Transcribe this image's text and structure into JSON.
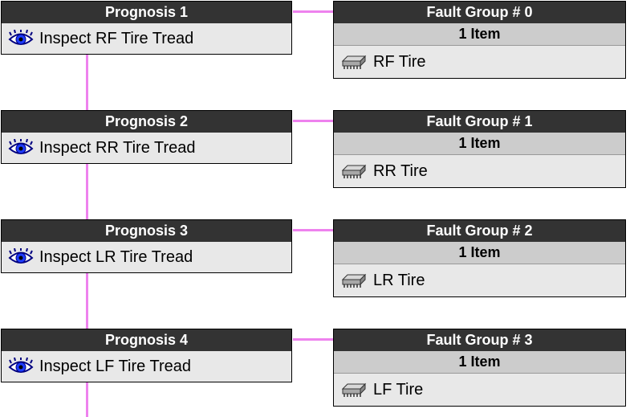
{
  "prognoses": [
    {
      "title": "Prognosis 1",
      "action": "Inspect RF Tire Tread"
    },
    {
      "title": "Prognosis 2",
      "action": "Inspect RR Tire Tread"
    },
    {
      "title": "Prognosis 3",
      "action": "Inspect LR Tire Tread"
    },
    {
      "title": "Prognosis 4",
      "action": "Inspect LF Tire Tread"
    }
  ],
  "fault_groups": [
    {
      "title": "Fault Group # 0",
      "count": "1 Item",
      "item": "RF Tire"
    },
    {
      "title": "Fault Group # 1",
      "count": "1 Item",
      "item": "RR Tire"
    },
    {
      "title": "Fault Group # 2",
      "count": "1 Item",
      "item": "LR Tire"
    },
    {
      "title": "Fault Group # 3",
      "count": "1 Item",
      "item": "LF Tire"
    }
  ],
  "icons": {
    "action": "eye-icon",
    "component": "chip-icon"
  },
  "colors": {
    "header_bg": "#333333",
    "connector": "#ee82ee",
    "body_bg": "#e8e8e8",
    "count_bg": "#cccccc"
  }
}
